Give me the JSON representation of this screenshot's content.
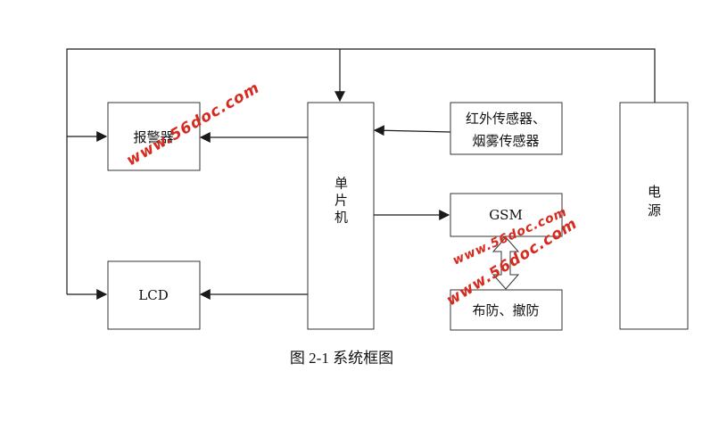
{
  "nodes": {
    "alarm": "报警器",
    "lcd": "LCD",
    "mcu": "单片机",
    "sensor_line1": "红外传感器、",
    "sensor_line2": "烟雾传感器",
    "gsm": "GSM",
    "arm": "布防、撤防",
    "power": "电源"
  },
  "caption": "图 2-1  系统框图",
  "watermark": "www.56doc.com",
  "colors": {
    "watermark": "#d62a1e",
    "line": "#1a1a1a",
    "box_border": "#333333"
  }
}
